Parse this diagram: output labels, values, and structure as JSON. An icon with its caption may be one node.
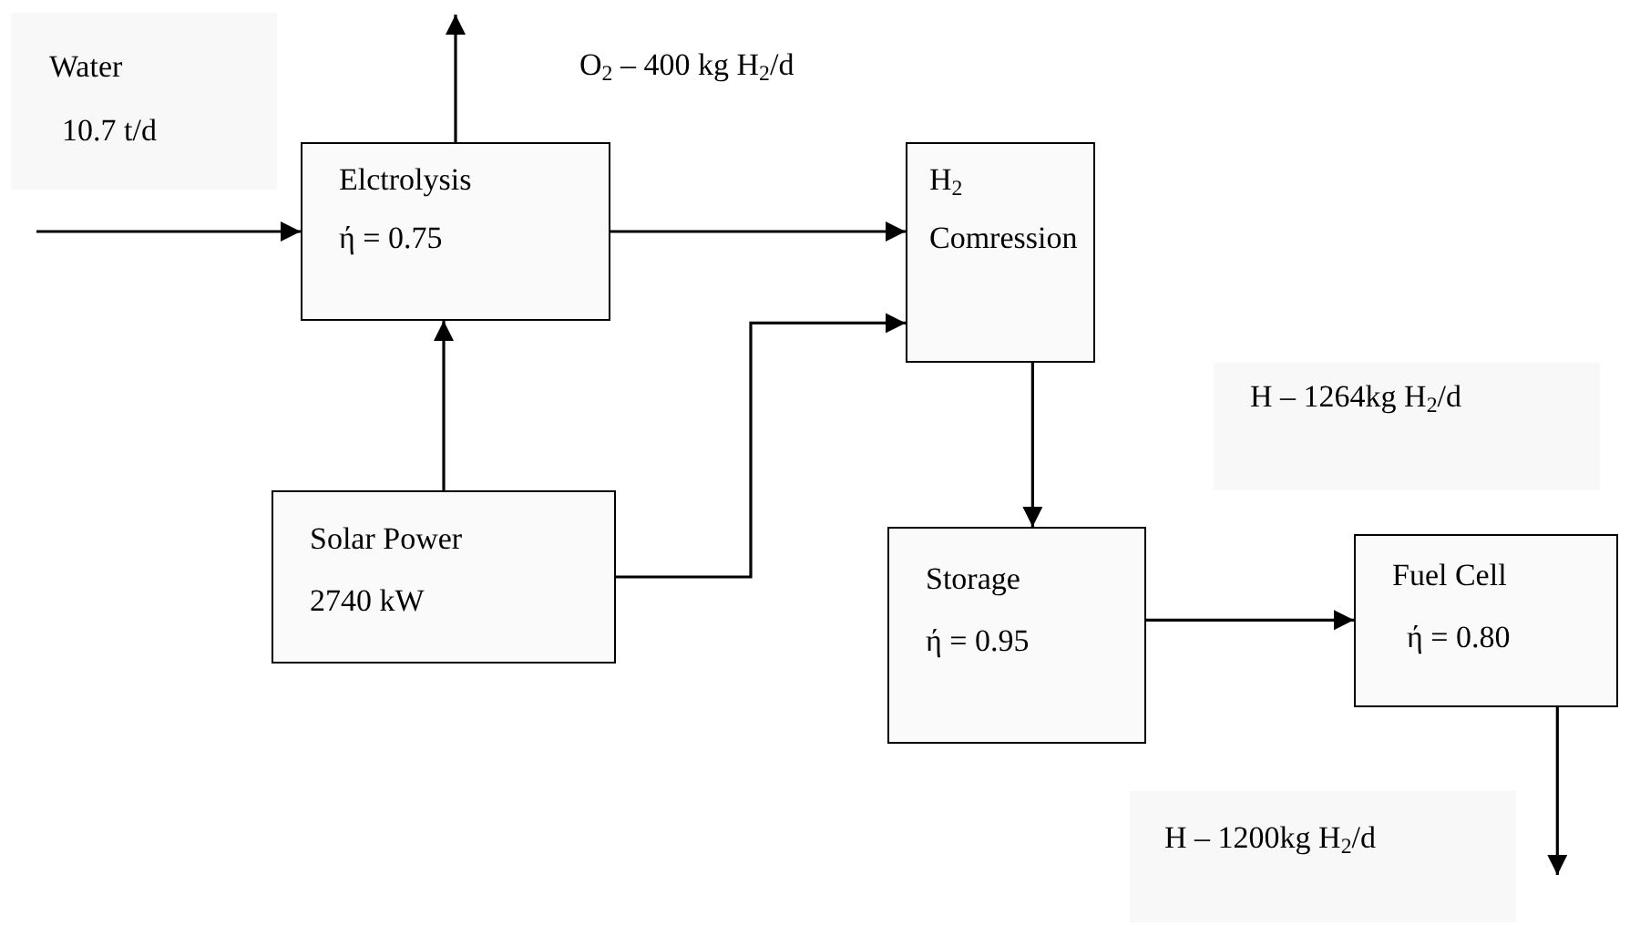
{
  "diagram": {
    "nodes": [
      {
        "text": [
          "Elctrolysis",
          "ή = 0.75"
        ]
      },
      {
        "text": [
          "H$_{2}$",
          "Comression"
        ]
      },
      {
        "text": [
          "Solar Power",
          "2740 kW"
        ]
      },
      {
        "text": [
          "Storage",
          "ή = 0.95"
        ]
      },
      {
        "text": [
          "Fuel Cell",
          "ή = 0.80"
        ]
      }
    ],
    "edges": [
      {
        "from": null,
        "to": 0,
        "arrow": "to"
      },
      {
        "from": 0,
        "to": null,
        "arrow": "to"
      },
      {
        "from": 0,
        "to": 1,
        "arrow": "to"
      },
      {
        "from": 2,
        "to": 0,
        "arrow": "to"
      },
      {
        "from": 2,
        "to": 1,
        "arrow": "to"
      },
      {
        "from": 1,
        "to": 3,
        "arrow": "to"
      },
      {
        "from": 3,
        "to": 4,
        "arrow": "to"
      },
      {
        "from": 4,
        "to": null,
        "arrow": "to"
      }
    ],
    "labels": [
      "Water",
      "10.7 t/d",
      "O$_{2}$ – 400 kg H$_{2}$/d",
      "H – 1264kg H$_{2}$/d",
      "H – 1200kg H$_{2}$/d"
    ]
  }
}
